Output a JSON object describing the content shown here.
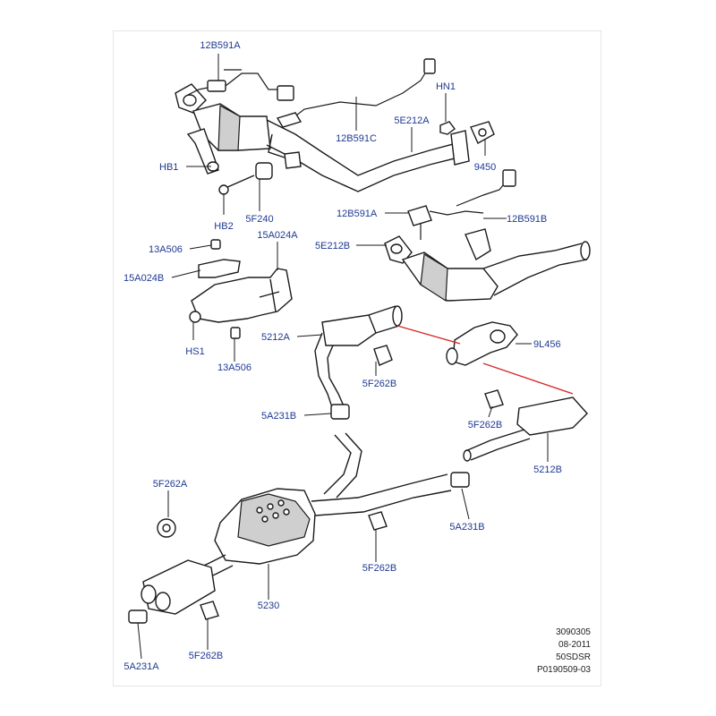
{
  "diagram": {
    "callouts": {
      "c_12b591a_top": "12B591A",
      "c_hn1": "HN1",
      "c_5e212a": "5E212A",
      "c_12b591c": "12B591C",
      "c_hb1": "HB1",
      "c_9450": "9450",
      "c_hb2": "HB2",
      "c_5f240": "5F240",
      "c_12b591a_mid": "12B591A",
      "c_12b591b": "12B591B",
      "c_13a506_top": "13A506",
      "c_15a024a": "15A024A",
      "c_5e212b": "5E212B",
      "c_15a024b": "15A024B",
      "c_hs1": "HS1",
      "c_5212a": "5212A",
      "c_13a506_bottom": "13A506",
      "c_9l456": "9L456",
      "c_5f262b_upper": "5F262B",
      "c_5a231b_upper": "5A231B",
      "c_5f262b_right": "5F262B",
      "c_5212b": "5212B",
      "c_5f262a": "5F262A",
      "c_5a231b_lower": "5A231B",
      "c_5f262b_center": "5F262B",
      "c_5230": "5230",
      "c_5f262b_bottom": "5F262B",
      "c_5a231a": "5A231A"
    },
    "reference_block": [
      "3090305",
      "08-2011",
      "50SDSR",
      "P0190509-03"
    ],
    "colors": {
      "callout_text": "#1f3a93",
      "line": "#1a1a1a",
      "highlight": "#d62b2b",
      "background": "#ffffff"
    }
  }
}
